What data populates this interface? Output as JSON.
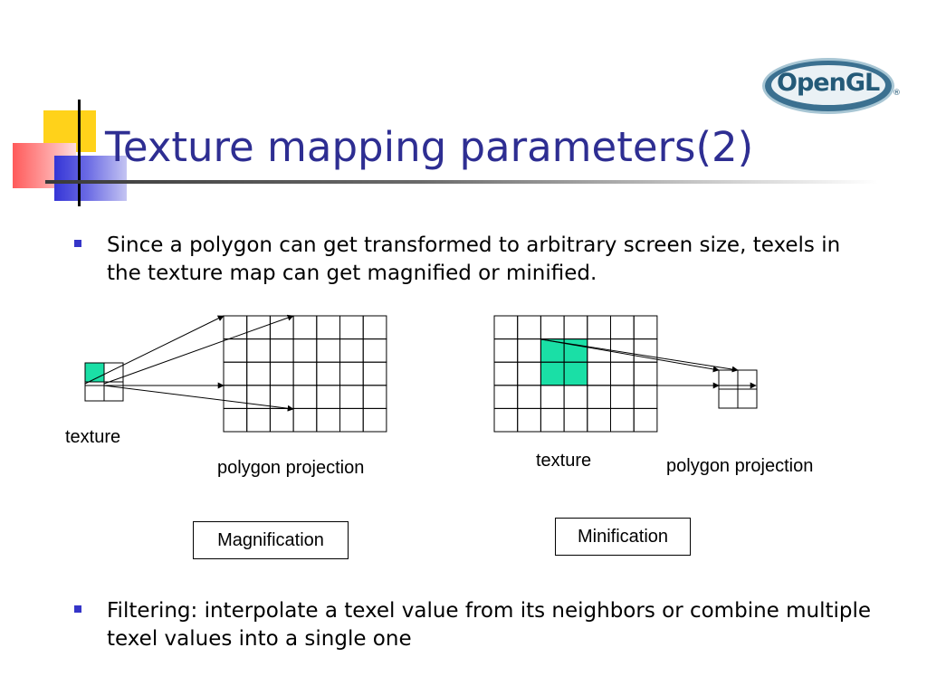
{
  "slide": {
    "title": "Texture mapping parameters(2)",
    "logo": {
      "name": "OpenGL",
      "reg": "®"
    },
    "bullets": [
      "Since a polygon can get transformed to arbitrary screen size, texels in the texture map can get magnified or minified.",
      "Filtering: interpolate a texel value from its neighbors or combine multiple texel values into a single one"
    ]
  },
  "diagram": {
    "magnification": {
      "texture_label": "texture",
      "polygon_label": "polygon projection",
      "box_label": "Magnification",
      "texture_grid": {
        "cols": 2,
        "rows": 2,
        "highlight": [
          [
            0,
            0
          ]
        ]
      },
      "polygon_grid": {
        "cols": 7,
        "rows": 5
      }
    },
    "minification": {
      "texture_label": "texture",
      "polygon_label": "polygon projection",
      "box_label": "Minification",
      "texture_grid": {
        "cols": 7,
        "rows": 5,
        "highlight": [
          [
            2,
            1
          ],
          [
            3,
            1
          ],
          [
            2,
            2
          ],
          [
            3,
            2
          ]
        ]
      },
      "polygon_grid": {
        "cols": 2,
        "rows": 2
      }
    },
    "colors": {
      "highlight": "#1adfa6",
      "title": "#2e2e92",
      "bullet": "#3535c8"
    }
  }
}
